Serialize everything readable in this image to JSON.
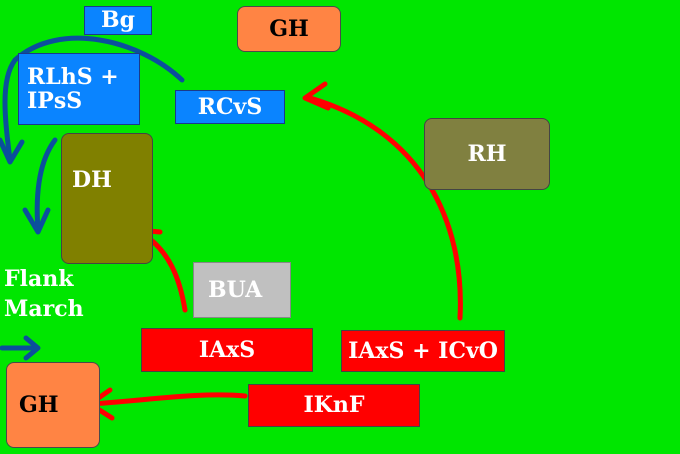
{
  "units": {
    "bg": "Bg",
    "gh_top": "GH",
    "rlhs_ipss": "RLhS + IPsS",
    "rcvs": "RCvS",
    "rh": "RH",
    "dh": "DH",
    "bua": "BUA",
    "iaxs": "IAxS",
    "iaxs_icvo": "IAxS + ICvO",
    "gh_bottom": "GH",
    "iknf": "IKnF"
  },
  "flank_march": "Flank\nMarch",
  "colors": {
    "background": "#00e600",
    "blue_units": "#0a84ff",
    "red_units": "#ff0000",
    "orange_units": "#ff8444",
    "olive_unit": "#808000",
    "khaki_unit": "#808040",
    "gray_unit": "#c0c0c0",
    "blue_arrows": "#0b4f9c",
    "red_arrows": "#ff0000"
  }
}
